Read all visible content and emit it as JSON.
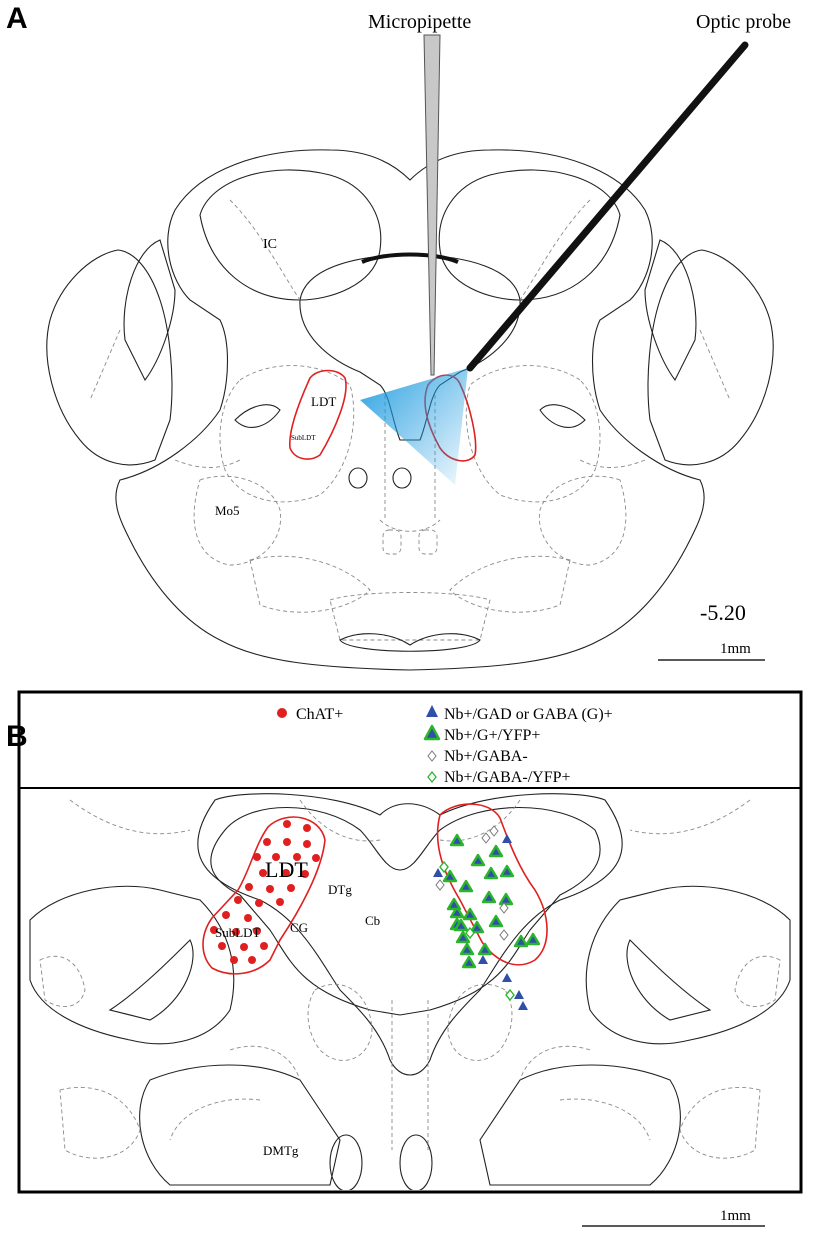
{
  "panel_a": {
    "letter": "A",
    "micropipette_label": "Micropipette",
    "optic_probe_label": "Optic probe",
    "region_labels": {
      "ic": "IC",
      "ldt": "LDT",
      "subldt": "SubLDT",
      "mo5": "Mo5"
    },
    "bregma": "-5.20",
    "scale_label": "1mm"
  },
  "panel_b": {
    "letter": "B",
    "legend": [
      {
        "symbol": "red-dot",
        "label": "ChAT+"
      },
      {
        "symbol": "blue-triangle",
        "label": "Nb+/GAD or GABA (G)+"
      },
      {
        "symbol": "green-triangle",
        "label": "Nb+/G+/YFP+"
      },
      {
        "symbol": "gray-diamond",
        "label": "Nb+/GABA-"
      },
      {
        "symbol": "green-diamond",
        "label": "Nb+/GABA-/YFP+"
      }
    ],
    "region_labels": {
      "cb": "Cb",
      "ldt": "LDT",
      "dtg": "DTg",
      "subldt": "SubLDT",
      "cg": "CG",
      "dmtg": "DMTg"
    },
    "scale_label": "1mm"
  },
  "colors": {
    "chat": "#e02020",
    "blue": "#2f4fa8",
    "green": "#2bb52b",
    "light_blue": "#3aa6e0"
  }
}
